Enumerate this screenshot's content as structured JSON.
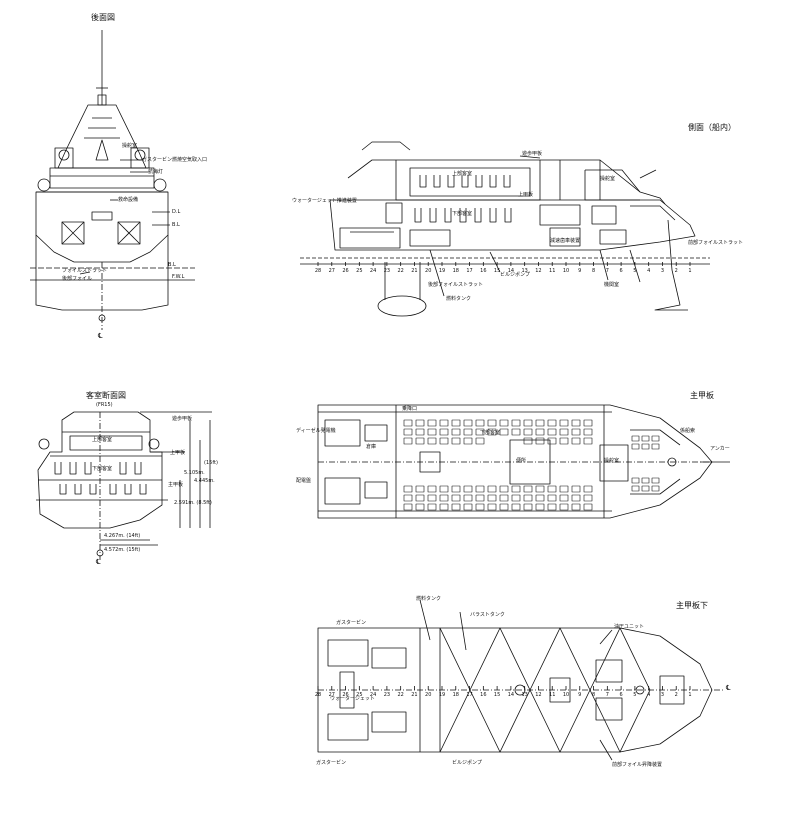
{
  "titles": {
    "stern_view": "後面図",
    "side_view": "側面（船内）",
    "section": "客室断面図",
    "section_sub": "(FR15)",
    "main_deck": "主甲板",
    "below_deck": "主甲板下"
  },
  "stern_labels": {
    "gas_turbine_intake": "ガスタービン燃焼空気取入口",
    "wheelhouse": "操舵室",
    "l2": "航海灯",
    "l3": "救命設備",
    "dl": "D.L",
    "bl": "B.L",
    "fwl": "F.W.L",
    "foil_1": "フォイルストラット",
    "foil_2": "後部フォイル",
    "cl": "℄"
  },
  "side_labels": {
    "bridge_deck": "遊歩甲板",
    "upper_cabin": "上部客室",
    "upper_deck": "上甲板",
    "lower_cabin": "下部客室",
    "wheelhouse": "操舵室",
    "waterjet": "ウォータージェット推進装置",
    "tank": "燃料タンク",
    "pump": "ビルジポンプ",
    "foil_strut": "前部フォイルストラット",
    "rear_strut": "後部フォイルストラット",
    "engine": "機関室",
    "gear": "減速歯車装置"
  },
  "section_labels": {
    "bridge_deck": "遊歩甲板",
    "upper_cabin": "上部客室",
    "upper_deck": "上甲板",
    "lower_cabin": "下部客室",
    "main_deck": "主甲板",
    "dim1": "4.267m. (14ft)",
    "dim2": "4.572m. (15ft)",
    "dim3": "2.591m. (8.5ft)",
    "dim4": "5.105m.",
    "dim5": "4.445m.",
    "dim6": "(15ft)",
    "cl": "℄"
  },
  "main_deck_labels": {
    "lower_cabin": "下部客室",
    "entrance": "乗降口",
    "toilet": "便所",
    "wheelhouse": "操舵室",
    "rope": "係船索",
    "anchor": "アンカー",
    "diesel": "ディーゼル発電機",
    "sw_board": "配電盤",
    "store": "倉庫"
  },
  "below_deck_labels": {
    "gas_turbine": "ガスタービン",
    "waterjet": "ウォータージェット",
    "fuel_tank": "燃料タンク",
    "ballast": "バラストタンク",
    "foil": "前部フォイル昇降装置",
    "hydraulic": "油圧ユニット",
    "bilge": "ビルジポンプ",
    "cl": "℄"
  },
  "frame_numbers": [
    "28",
    "27",
    "26",
    "25",
    "24",
    "23",
    "22",
    "21",
    "20",
    "19",
    "18",
    "17",
    "16",
    "15",
    "14",
    "13",
    "12",
    "11",
    "10",
    "9",
    "8",
    "7",
    "6",
    "5",
    "4",
    "3",
    "2",
    "1"
  ],
  "colors": {
    "ink": "#111111",
    "paper": "#ffffff"
  }
}
